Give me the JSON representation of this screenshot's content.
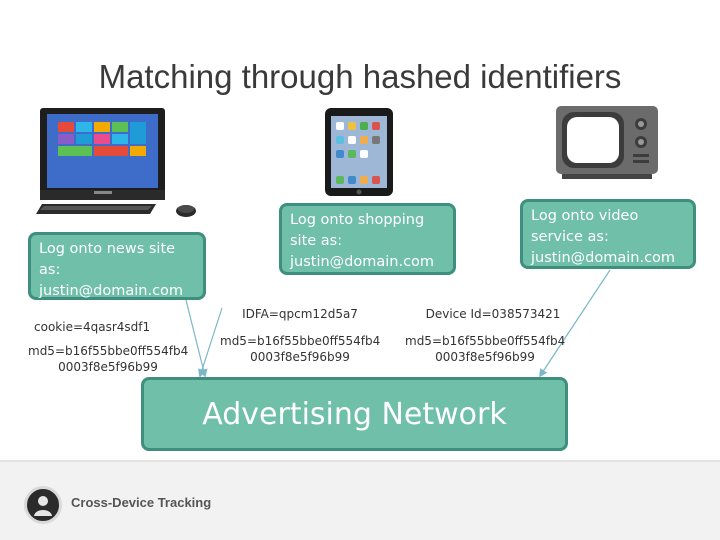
{
  "title": "Matching through hashed identifiers",
  "callouts": {
    "news": "Log onto news site as: justin@domain.com",
    "shopping": "Log onto shopping site as: justin@domain.com",
    "video": "Log onto video service as: justin@domain.com"
  },
  "identifiers": {
    "cookie": "cookie=4qasr4sdf1",
    "idfa": "IDFA=qpcm12d5a7",
    "device_id": "Device Id=038573421",
    "md5_desktop": "md5=b16f55bbe0ff554fb4 0003f8e5f96b99",
    "md5_tablet": "md5=b16f55bbe0ff554fb4 0003f8e5f96b99",
    "md5_tv": "md5=b16f55bbe0ff554fb4 0003f8e5f96b99"
  },
  "advertising_network": "Advertising Network",
  "footer": {
    "text": "Cross-Device Tracking"
  },
  "icons": [
    "desktop-computer-icon",
    "tablet-icon",
    "television-icon",
    "user-avatar-icon"
  ],
  "colors": {
    "callout_fill": "#6fbfa9",
    "callout_border": "#3f8f7f",
    "title": "#3a3a3a"
  }
}
